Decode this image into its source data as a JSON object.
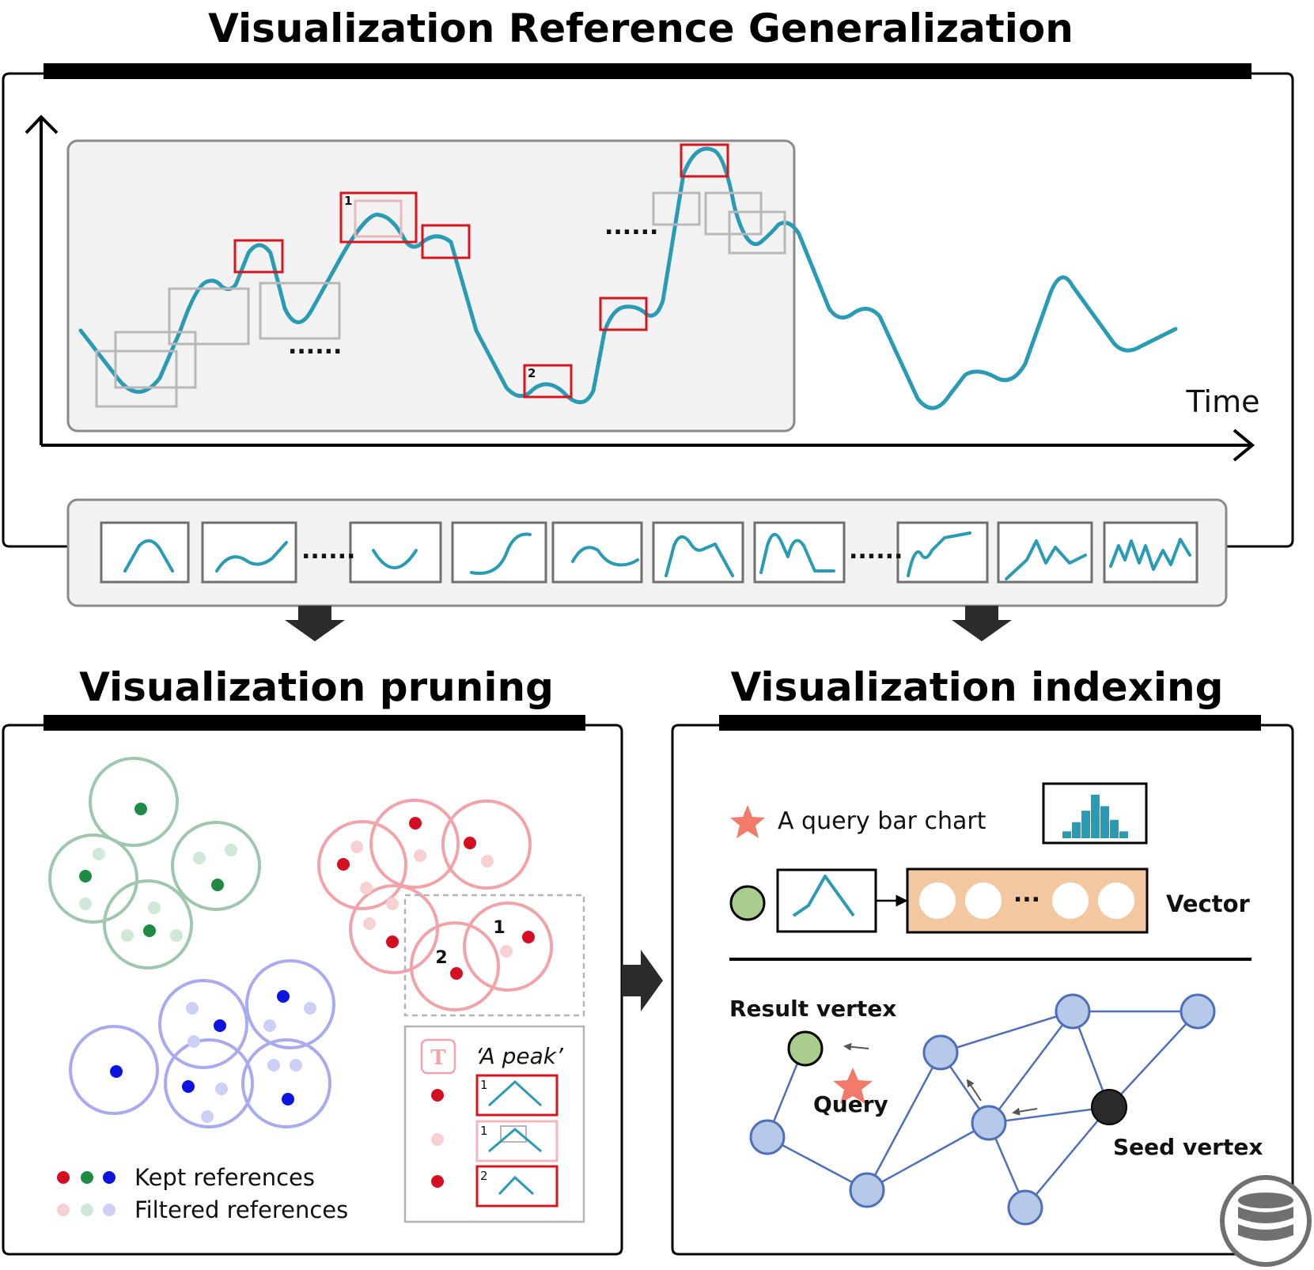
{
  "titles": {
    "generalization": "Visualization Reference Generalization",
    "pruning": "Visualization pruning",
    "indexing": "Visualization indexing"
  },
  "timeline": {
    "axis_label": "Time",
    "dots": "......",
    "window_numbers": [
      "1",
      "2"
    ]
  },
  "strip": {
    "dots": "......"
  },
  "pruning": {
    "cluster_numbers": [
      "1",
      "2"
    ],
    "text_icon": "T",
    "query_text": "‘A peak’",
    "card_numbers": [
      "1",
      "1",
      "2"
    ],
    "legend": {
      "kept": "Kept references",
      "filtered": "Filtered references"
    }
  },
  "indexing": {
    "query_label": "A query bar chart",
    "vector_label": "Vector",
    "vector_dots": "...",
    "result_vertex": "Result vertex",
    "query": "Query",
    "seed_vertex": "Seed vertex",
    "query_histogram": [
      0.15,
      0.35,
      0.6,
      0.95,
      0.7,
      0.4,
      0.15
    ]
  },
  "colors": {
    "curve": "#2a9bb5",
    "red_box": "#d8141c",
    "gray_box": "#b8b8b8",
    "green": "#1e8a43",
    "green_light": "#cfe8d8",
    "green_ring": "#9fc7ad",
    "red": "#d40f22",
    "red_light": "#f6d0d3",
    "red_ring": "#f2a3aa",
    "blue": "#0d14e0",
    "blue_light": "#cdd0f6",
    "blue_ring": "#a9aaef",
    "node": "#b7c9e8",
    "node_stroke": "#4f6fb8",
    "vector_fill": "#f3c79f",
    "result_node": "#a9cd8c",
    "seed_node": "#2a2a2a",
    "star": "#f27a68"
  }
}
